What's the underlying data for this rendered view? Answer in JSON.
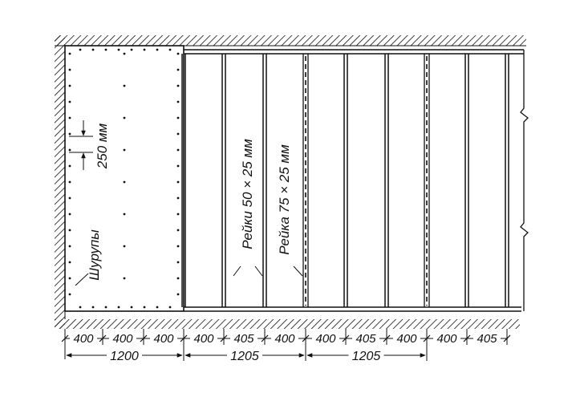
{
  "labels": {
    "screws": "Шурупы",
    "spacing": "250 мм",
    "battens_small": "Рейки 50 × 25 мм",
    "batten_large": "Рейка 75 × 25 мм"
  },
  "dimensions": {
    "segments": [
      "400",
      "400",
      "400",
      "400",
      "405",
      "400",
      "400",
      "405",
      "400",
      "400",
      "405"
    ],
    "totals": [
      "1200",
      "1205",
      "1205"
    ]
  },
  "colors": {
    "line": "#111111",
    "background": "#ffffff"
  }
}
